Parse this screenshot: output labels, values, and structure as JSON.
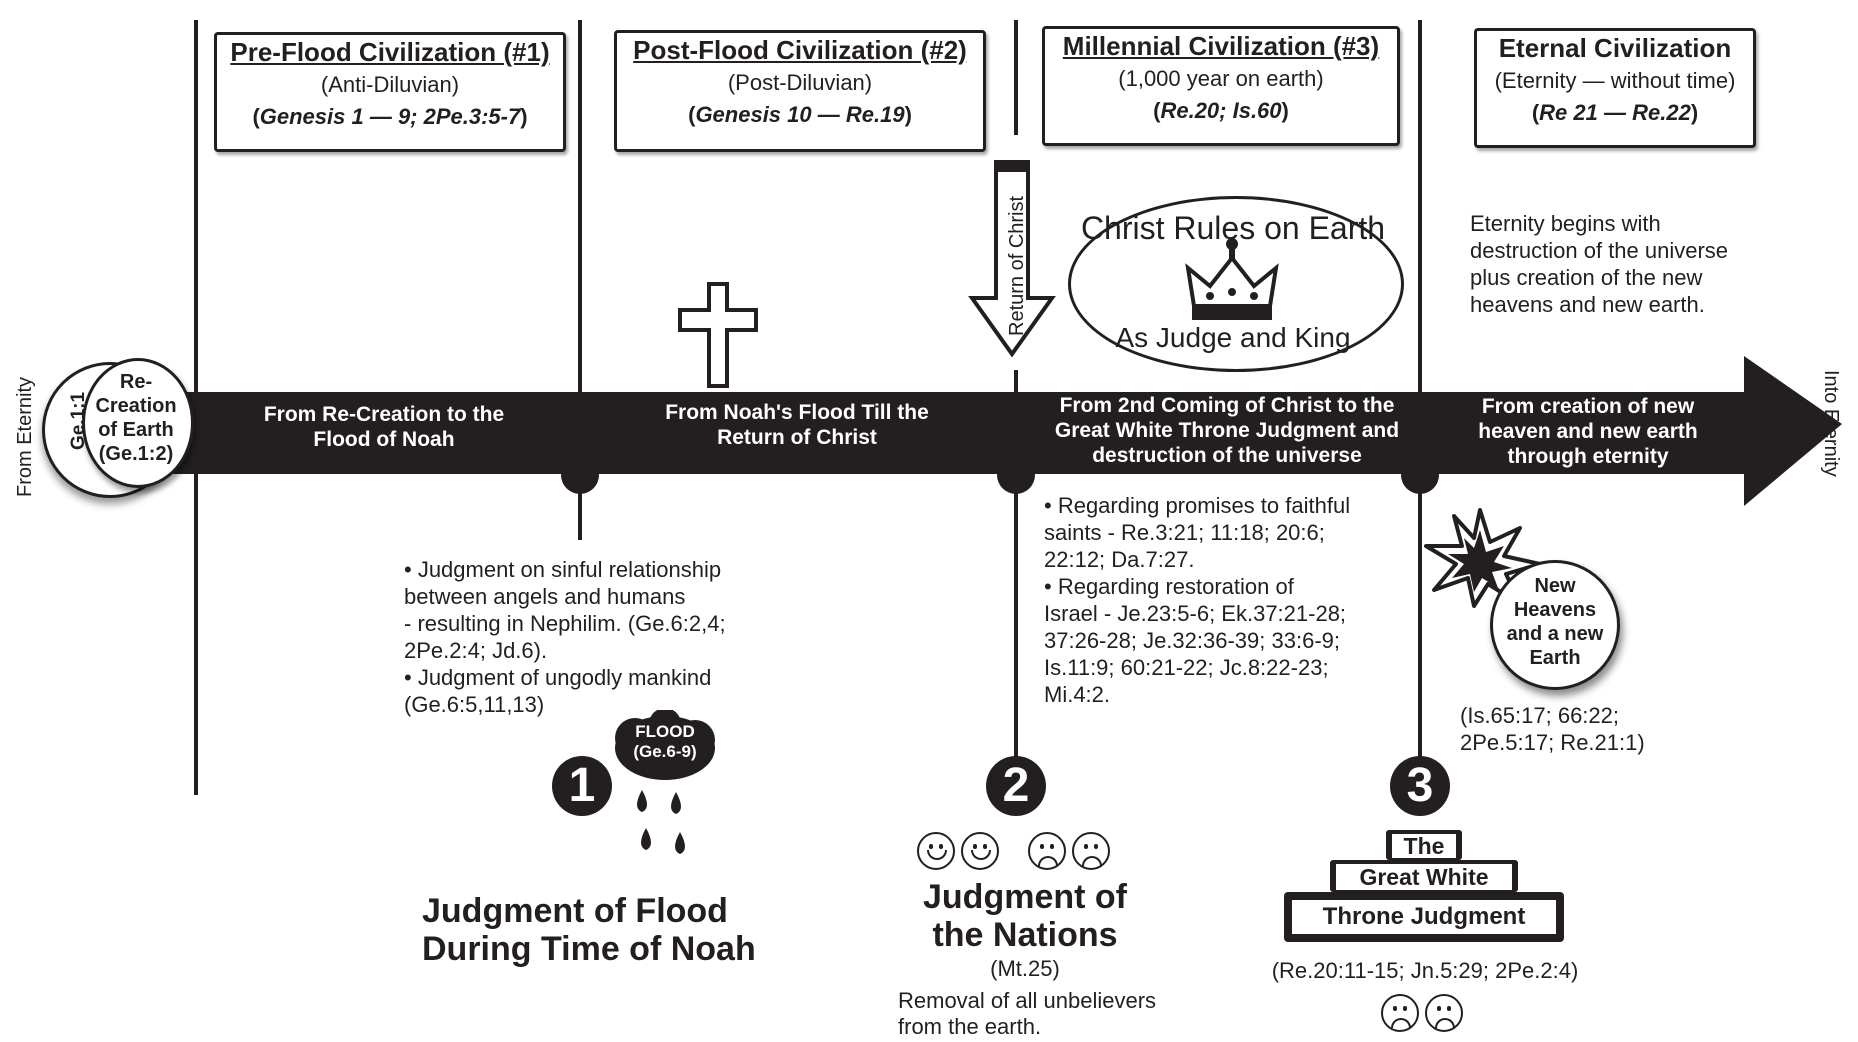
{
  "margins": {
    "left_label": "From Eternity",
    "right_label": "Into Eternity"
  },
  "start_circles": {
    "ref": "Ge.1:1",
    "label": "Re-Creation of Earth (Ge.1:2)"
  },
  "civilizations": [
    {
      "title": "Pre-Flood Civilization (#1)",
      "subtitle": "(Anti-Diluvian)",
      "refs": "Genesis 1 — 9; 2Pe.3:5-7"
    },
    {
      "title": "Post-Flood Civilization (#2)",
      "subtitle": "(Post-Diluvian)",
      "refs": "Genesis 10 — Re.19"
    },
    {
      "title": "Millennial Civilization (#3)",
      "subtitle": "(1,000 year on earth)",
      "refs": "Re.20; Is.60"
    },
    {
      "title": "Eternal Civilization",
      "subtitle": "(Eternity — without time)",
      "refs": "Re 21 — Re.22"
    }
  ],
  "timeline_segments": [
    "From Re-Creation to the Flood of Noah",
    "From Noah's Flood Till the Return of Christ",
    "From 2nd Coming of Christ to the Great White Throne Judgment and destruction of the universe",
    "From creation of new heaven and new earth through eternity"
  ],
  "return_arrow": "Return of Christ",
  "christ_rules": {
    "top": "Christ Rules on Earth",
    "bottom": "As Judge and King"
  },
  "eternity_note": "Eternity begins with destruction of the universe plus creation of the new heavens and new earth.",
  "judgment1": {
    "number": "1",
    "notes": [
      "• Judgment on sinful relationship",
      "between angels and humans",
      "- resulting in Nephilim. (Ge.6:2,4;",
      "2Pe.2:4; Jd.6).",
      "• Judgment of ungodly mankind",
      "(Ge.6:5,11,13)"
    ],
    "cloud": [
      "FLOOD",
      "(Ge.6-9)"
    ],
    "title": [
      "Judgment of Flood",
      "During Time of Noah"
    ]
  },
  "judgment2": {
    "number": "2",
    "notes": [
      "• Regarding promises to faithful",
      "saints - Re.3:21; 11:18; 20:6;",
      "22:12; Da.7:27.",
      "• Regarding restoration of",
      "Israel - Je.23:5-6; Ek.37:21-28;",
      "37:26-28; Je.32:36-39; 33:6-9;",
      "Is.11:9; 60:21-22; Jc.8:22-23;",
      "Mi.4:2."
    ],
    "title": [
      "Judgment of",
      "the Nations"
    ],
    "ref": "(Mt.25)",
    "desc": [
      "Removal of all unbelievers",
      "from the earth."
    ]
  },
  "judgment3": {
    "number": "3",
    "throne": [
      "The",
      "Great White",
      "Throne Judgment"
    ],
    "ref": "(Re.20:11-15; Jn.5:29; 2Pe.2:4)"
  },
  "new_heavens": {
    "label": [
      "New",
      "Heavens",
      "and a new",
      "Earth"
    ],
    "refs": [
      "(Is.65:17; 66:22;",
      "2Pe.5:17; Re.21:1)"
    ]
  }
}
